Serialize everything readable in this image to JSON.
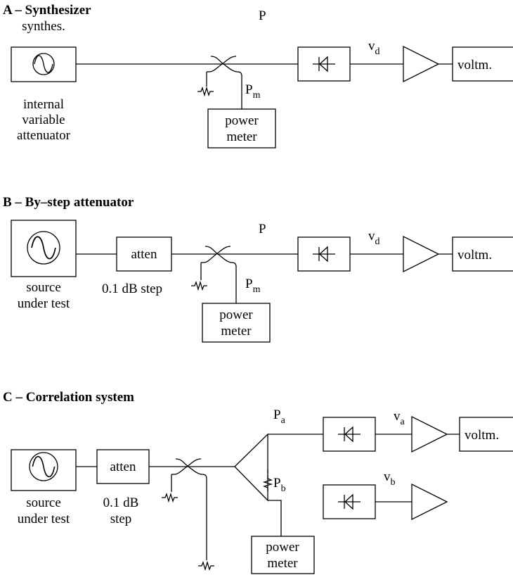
{
  "sections": {
    "a": {
      "title": "A – Synthesizer",
      "source_label": "synthes.",
      "attenuator_note": [
        "internal",
        "variable",
        "attenuator"
      ],
      "power_label": "P",
      "meter_power_label": "P",
      "meter_power_sub": "m",
      "detector_voltage_label": "v",
      "detector_voltage_sub": "d",
      "power_meter_label": [
        "power",
        "meter"
      ],
      "voltmeter_label": "voltm."
    },
    "b": {
      "title": "B – By–step attenuator",
      "source_label": [
        "source",
        "under test"
      ],
      "atten_label": "atten",
      "step_label": "0.1 dB step",
      "power_label": "P",
      "meter_power_label": "P",
      "meter_power_sub": "m",
      "detector_voltage_label": "v",
      "detector_voltage_sub": "d",
      "power_meter_label": [
        "power",
        "meter"
      ],
      "voltmeter_label": "voltm."
    },
    "c": {
      "title": "C – Correlation system",
      "source_label": [
        "source",
        "under test"
      ],
      "atten_label": "atten",
      "step_label": [
        "0.1 dB",
        "step"
      ],
      "power_a_label": "P",
      "power_a_sub": "a",
      "power_b_label": "P",
      "power_b_sub": "b",
      "voltage_a_label": "v",
      "voltage_a_sub": "a",
      "voltage_b_label": "v",
      "voltage_b_sub": "b",
      "power_meter_label": [
        "power",
        "meter"
      ],
      "voltmeter_label": "voltm."
    }
  }
}
